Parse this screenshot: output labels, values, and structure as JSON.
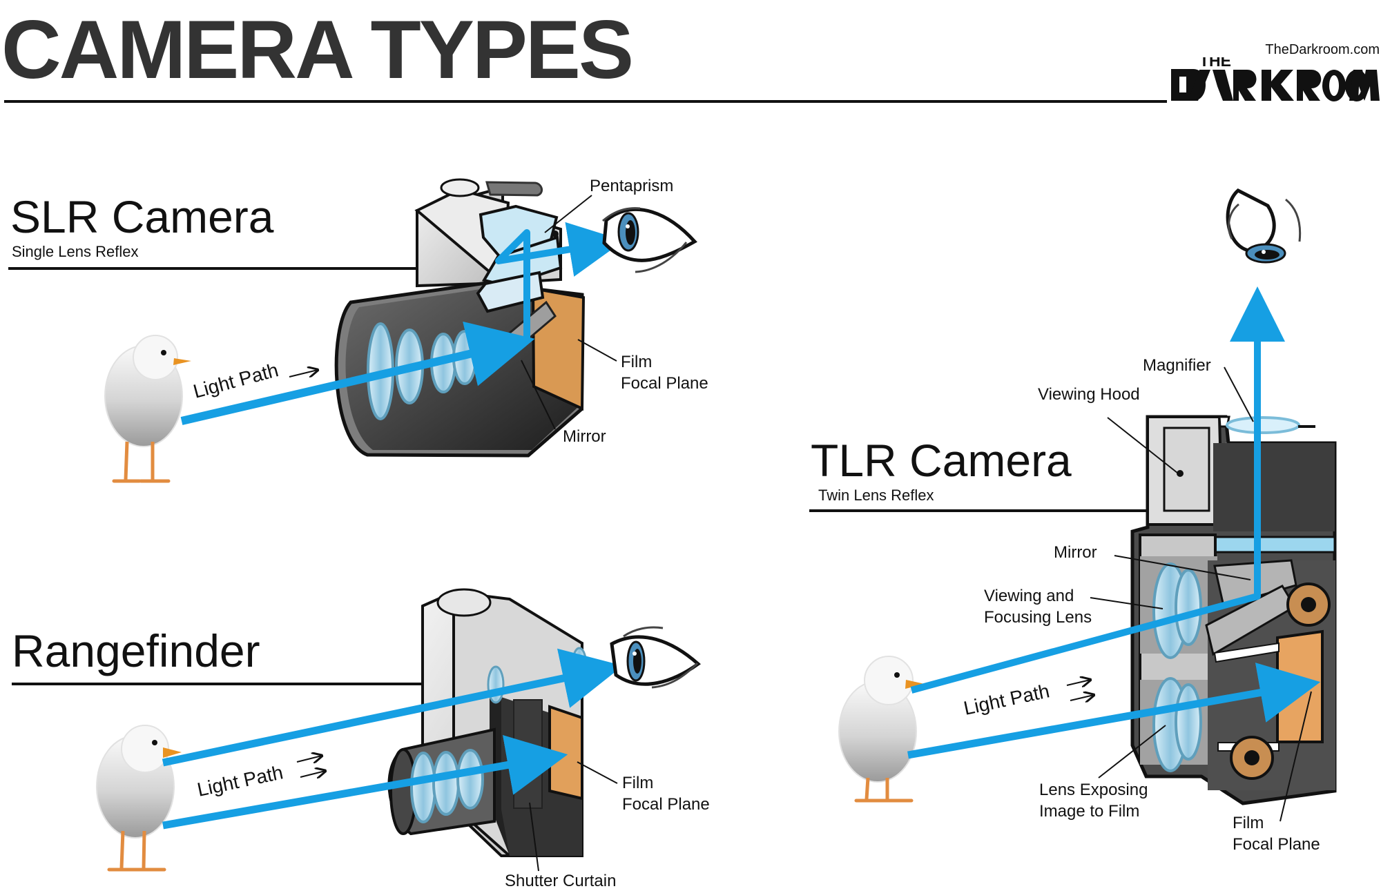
{
  "header": {
    "title": "CAMERA TYPES",
    "site": "TheDarkroom.com",
    "logo_text": "THE DARKROOM"
  },
  "slr": {
    "title": "SLR Camera",
    "subtitle": "Single Lens Reflex",
    "labels": {
      "pentaprism": "Pentaprism",
      "film": "Film",
      "focal_plane": "Focal Plane",
      "mirror": "Mirror",
      "light_path": "Light Path"
    }
  },
  "rangefinder": {
    "title": "Rangefinder",
    "labels": {
      "film": "Film",
      "focal_plane": "Focal Plane",
      "shutter_curtain": "Shutter Curtain",
      "light_path": "Light Path"
    }
  },
  "tlr": {
    "title": "TLR Camera",
    "subtitle": "Twin Lens Reflex",
    "labels": {
      "magnifier": "Magnifier",
      "viewing_hood": "Viewing Hood",
      "mirror": "Mirror",
      "viewing_focusing_1": "Viewing and",
      "viewing_focusing_2": "Focusing Lens",
      "lens_exposing_1": "Lens Exposing",
      "lens_exposing_2": "Image to Film",
      "film": "Film",
      "focal_plane": "Focal Plane",
      "light_path": "Light Path"
    }
  },
  "colors": {
    "light_path": "#169fe3",
    "film": "#e8a15b",
    "lens": "#9fd0e8",
    "camera_grey": "#d8d8d8",
    "dark_interior": "#3b3b3b"
  }
}
